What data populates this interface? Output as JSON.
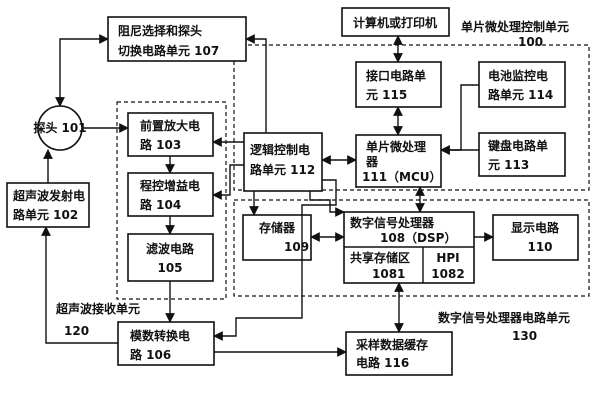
{
  "blocks": {
    "damping": [
      "阻尼选择和探头",
      "切换电路单元 107"
    ],
    "probe": "探头 101",
    "transmitter": [
      "超声波发射电",
      "路单元 102"
    ],
    "preamp": [
      "前置放大电",
      "路      103"
    ],
    "pga": [
      "程控增益电",
      "路      104"
    ],
    "filter": [
      "滤波电路",
      "105"
    ],
    "adc": [
      "模数转换电",
      "路      106"
    ],
    "logic": [
      "逻辑控制电",
      "路单元 112"
    ],
    "mcu": [
      "单片微处理",
      "器",
      "111（MCU）"
    ],
    "computer": "计算机或打印机",
    "interface": [
      "接口电路单",
      "元 115"
    ],
    "battery": [
      "电池监控电",
      "路单元 114"
    ],
    "keyboard": [
      "键盘电路单",
      "元 113"
    ],
    "memory": [
      "存储器",
      "109"
    ],
    "dsp": [
      "数字信号处理器",
      "108（DSP）"
    ],
    "shared": [
      "共享存储区",
      "1081"
    ],
    "hpi": [
      "HPI",
      "1082"
    ],
    "display": [
      "显示电路",
      "110"
    ],
    "buffer": [
      "采样数据缓存",
      "电路      116"
    ]
  },
  "labels": {
    "mcu_unit": [
      "单片微处理控制单元",
      "100"
    ],
    "receiver_unit": [
      "超声波接收单元",
      "120"
    ],
    "dsp_unit": [
      "数字信号处理器电路单元",
      "130"
    ]
  }
}
